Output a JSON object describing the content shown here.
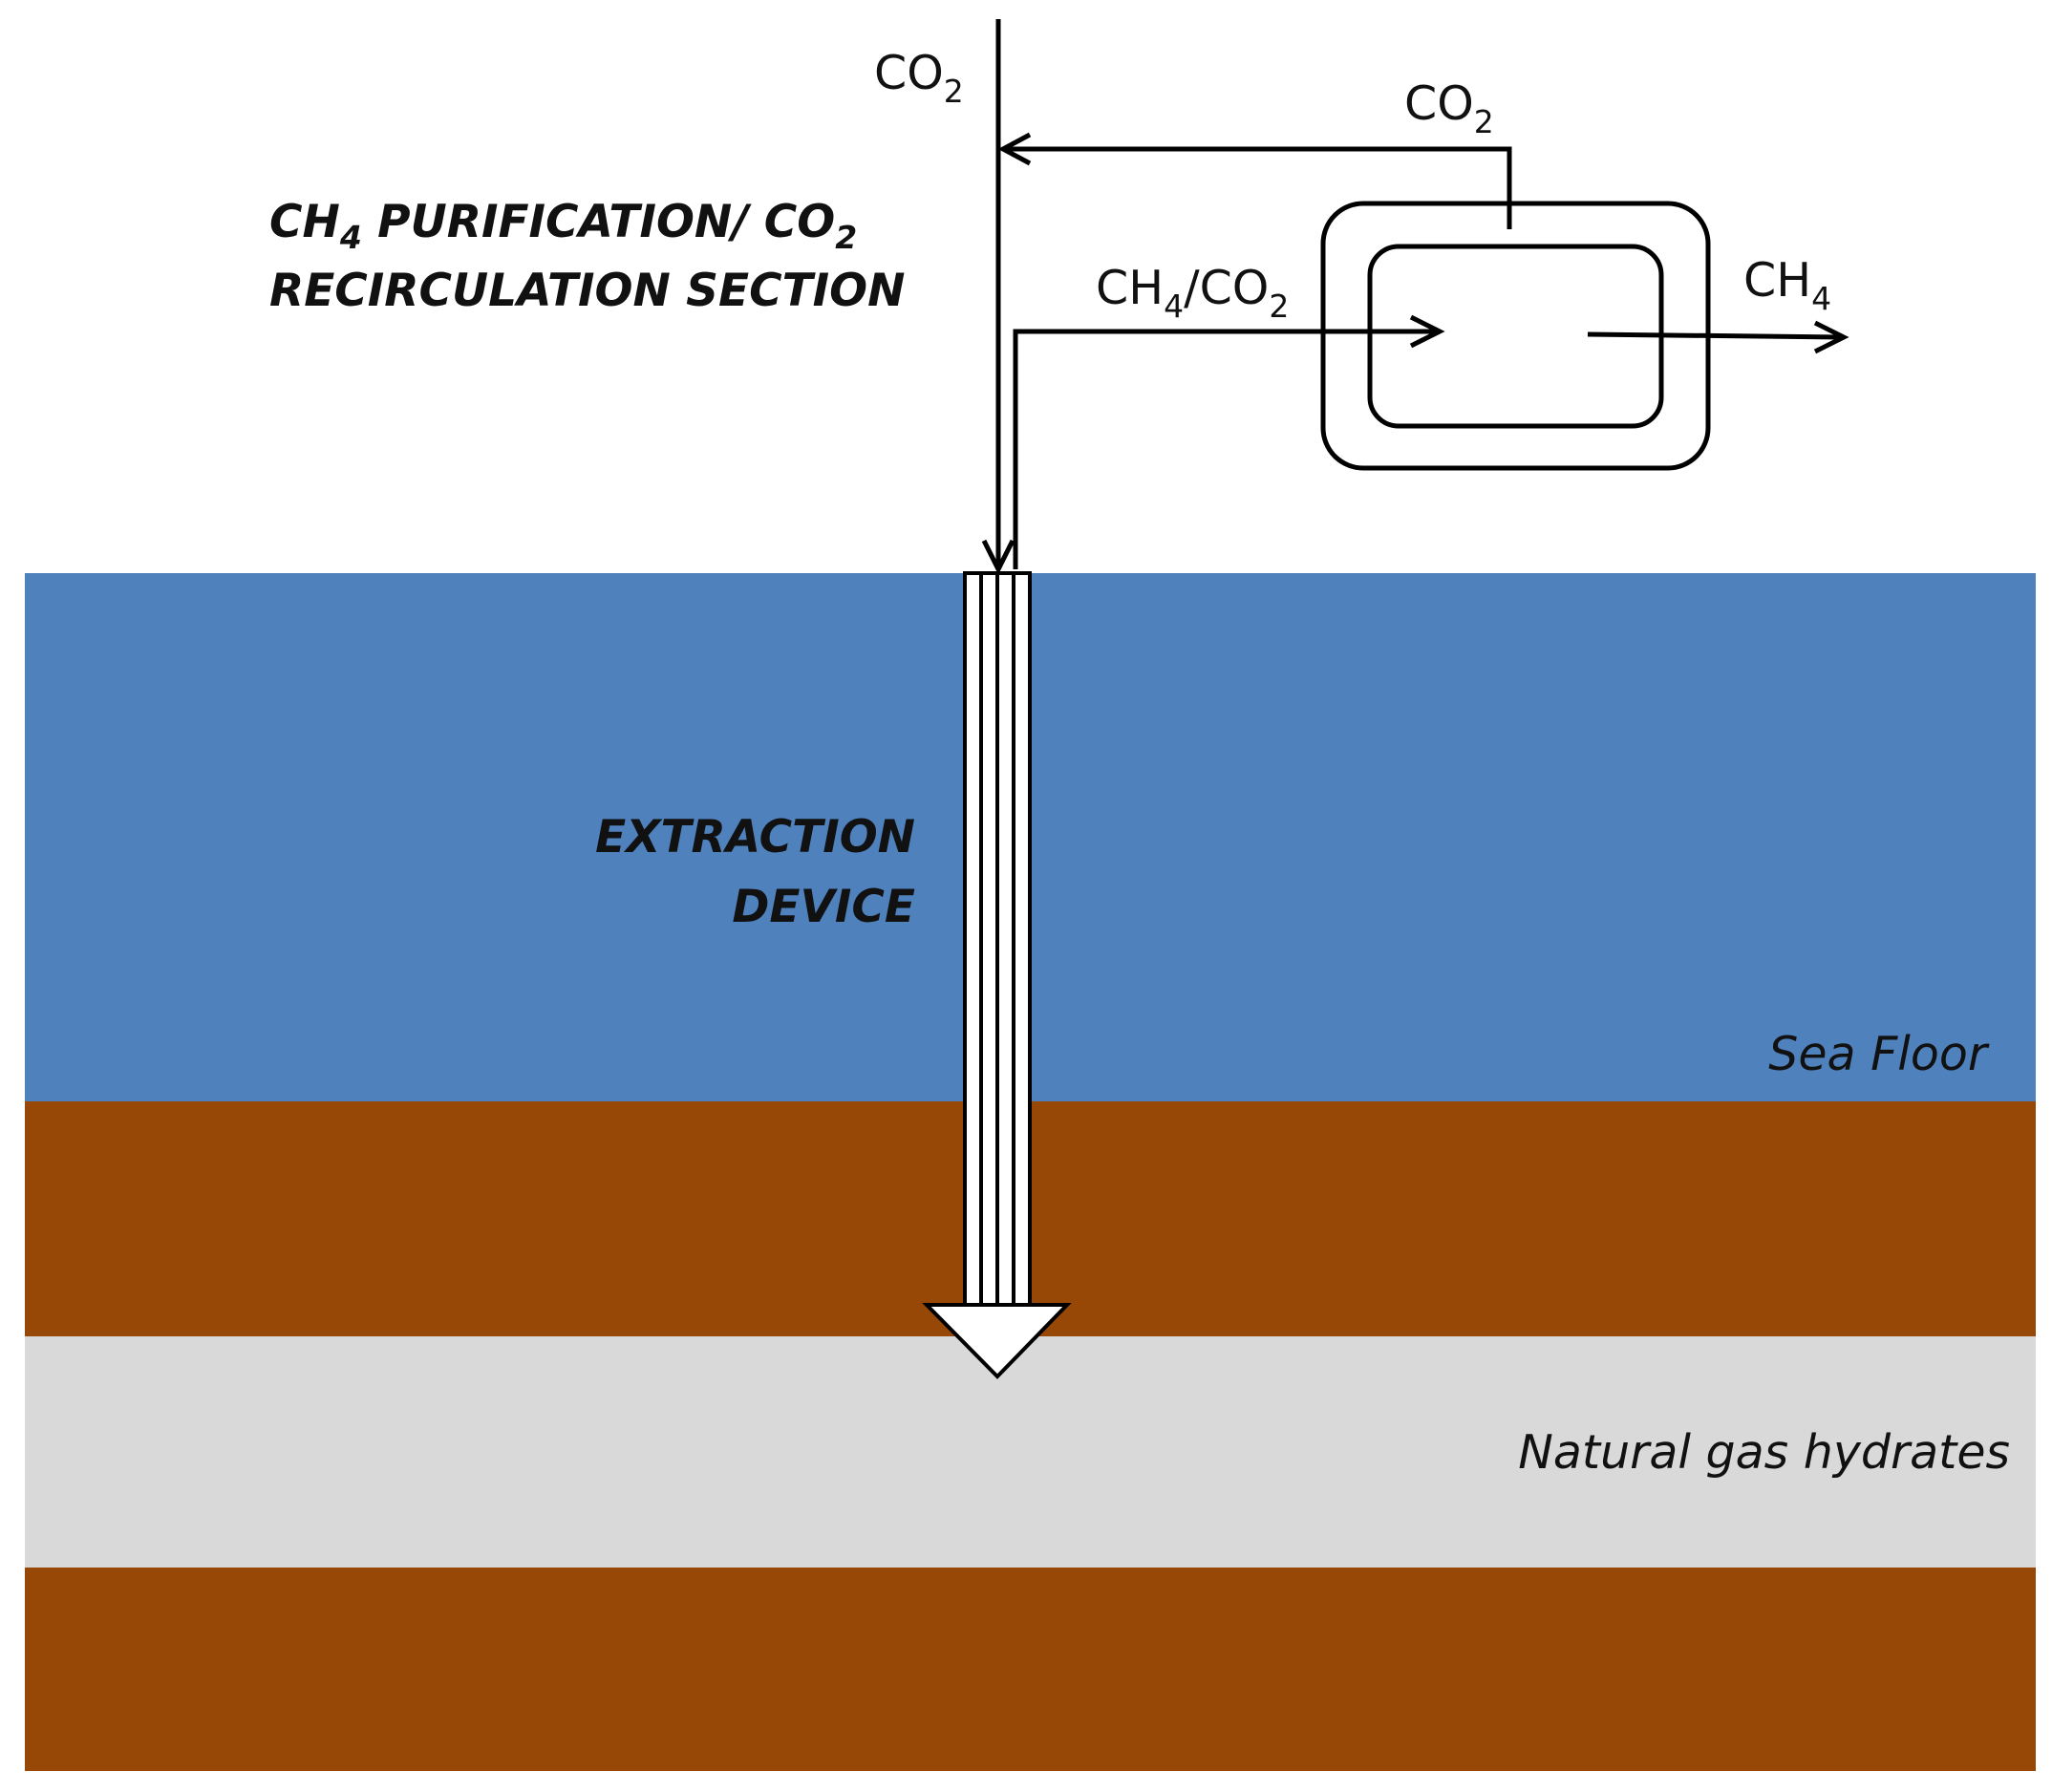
{
  "colors": {
    "sea": "#4F81BD",
    "sediment": "#974706",
    "hydrate": "#D9D9D9",
    "line": "#000000"
  },
  "labels": {
    "co2_inlet": {
      "main": "CO",
      "sub": "2"
    },
    "co2_recycle": {
      "main": "CO",
      "sub": "2"
    },
    "ch4_co2_feed": {
      "a": "CH",
      "sub1": "4",
      "b": "/CO",
      "sub2": "2"
    },
    "ch4_product": {
      "main": "CH",
      "sub": "4"
    },
    "section_title": {
      "line1_a": "CH",
      "line1_sub1": "4",
      "line1_b": " PURIFICATION/ CO",
      "line1_sub2": "2",
      "line2": "RECIRCULATION SECTION"
    },
    "extraction_device": {
      "line1": "EXTRACTION",
      "line2": "DEVICE"
    },
    "sea_floor": "Sea Floor",
    "natural_gas_hydrates": "Natural gas hydrates"
  }
}
